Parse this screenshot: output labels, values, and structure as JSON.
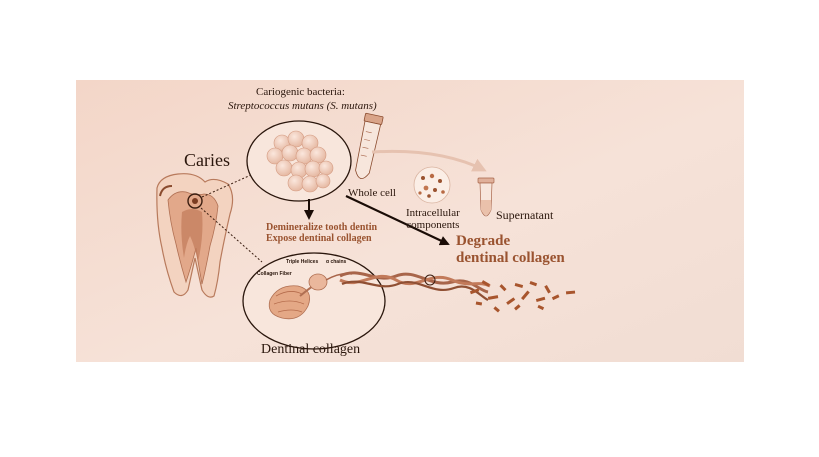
{
  "figure": {
    "bacteria_title": "Cariogenic bacteria:",
    "bacteria_species": "Streptococcus mutans (S. mutans)",
    "caries_label": "Caries",
    "whole_cell_label": "Whole cell",
    "intracellular_label_line1": "Intracellular",
    "intracellular_label_line2": "components",
    "supernatant_label": "Supernatant",
    "demineralize_line1": "Demineralize tooth dentin",
    "demineralize_line2": "Expose dentinal collagen",
    "triple_helices_label": "Triple Helices",
    "alpha_chains_label": "α chains",
    "collagen_fiber_label": "Collagen Fiber",
    "degrade_line1": "Degrade",
    "degrade_line2": "dentinal collagen",
    "dentinal_collagen_label": "Dentinal collagen"
  },
  "colors": {
    "panel_background": "#f4dcd0",
    "ink": "#2a160c",
    "accent_brown": "#9a5330",
    "tissue": "#c98a6a"
  }
}
